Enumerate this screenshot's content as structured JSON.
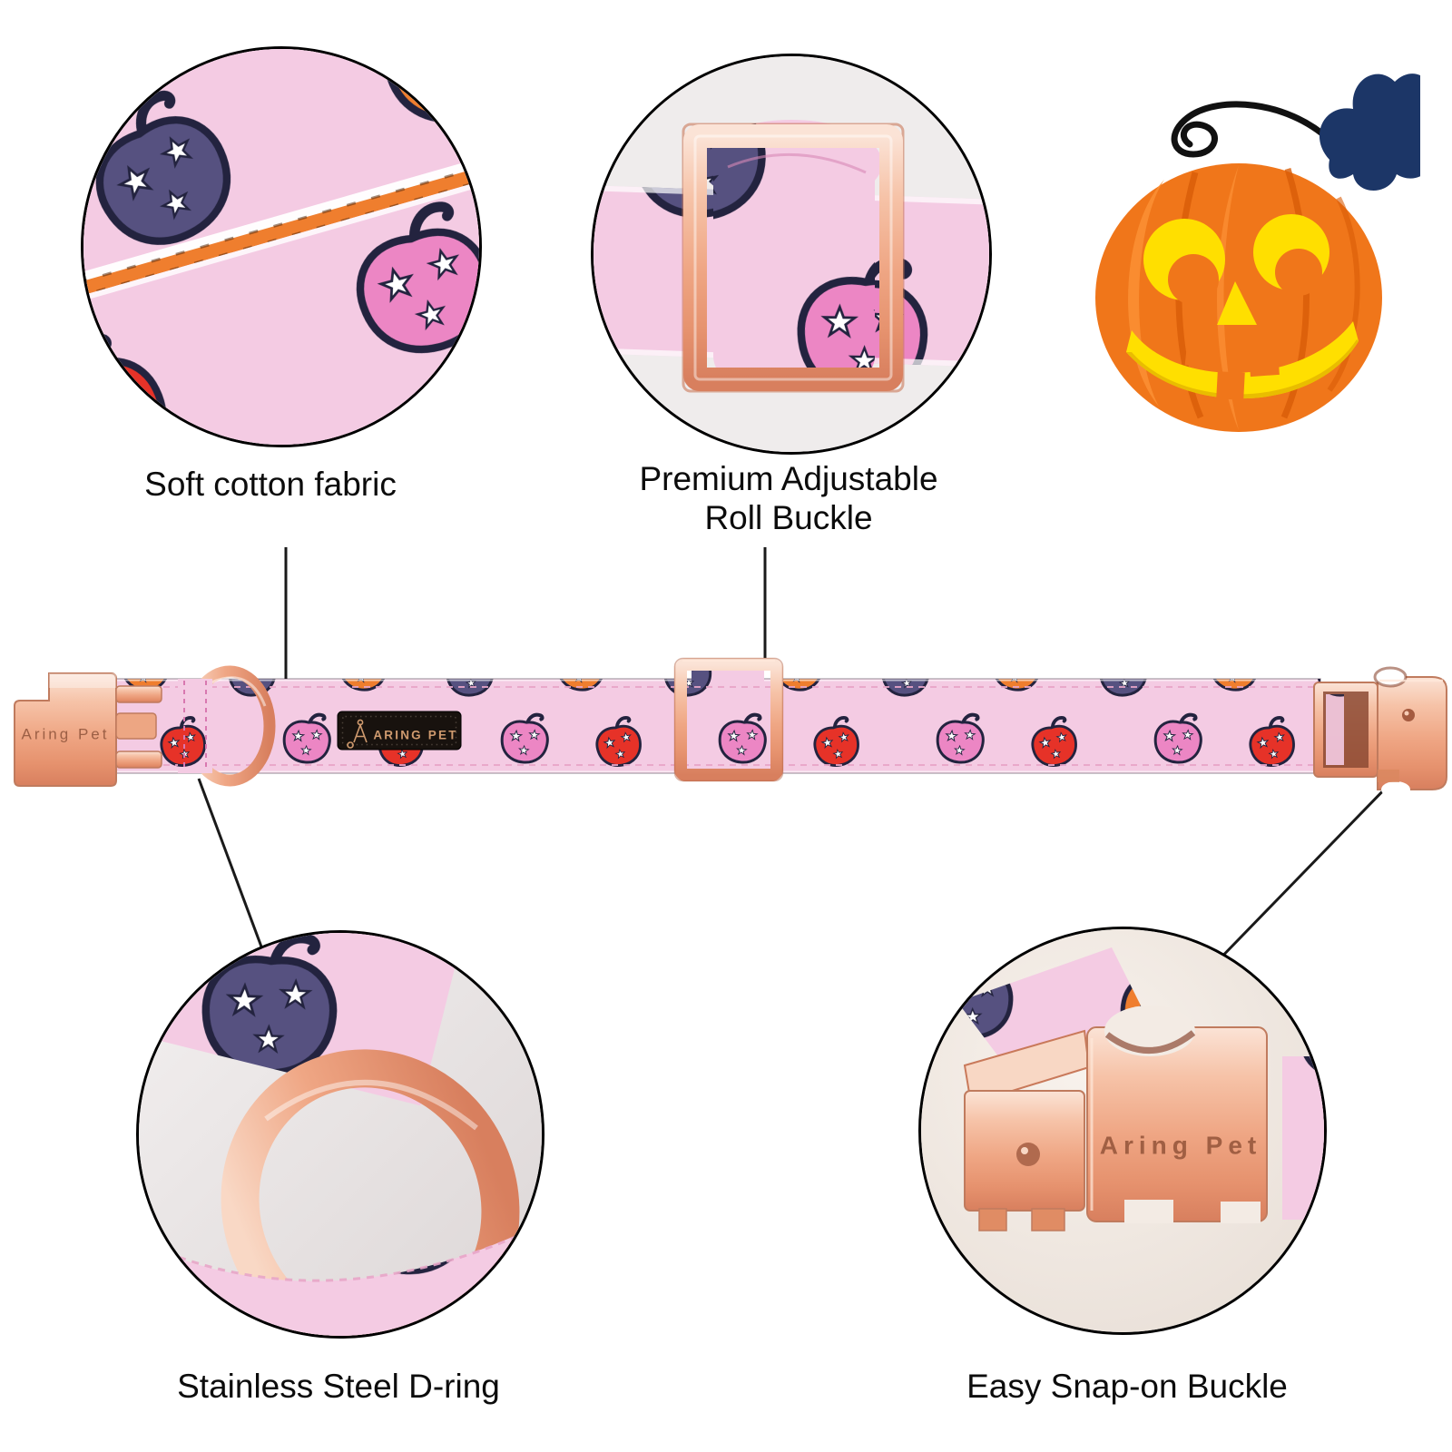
{
  "callouts": {
    "soft_cotton": {
      "label": "Soft cotton fabric"
    },
    "roll_buckle": {
      "line1": "Premium Adjustable",
      "line2": "Roll Buckle"
    },
    "d_ring": {
      "label": "Stainless Steel D-ring"
    },
    "snap_buckle": {
      "label": "Easy Snap-on Buckle"
    }
  },
  "collar": {
    "left_buckle_engraving": "Aring Pet",
    "label_tag_text": "ARING PET",
    "snap_buckle_engraving": "Aring Pet"
  },
  "colors": {
    "caption_black": "#0c0c0c",
    "line_black": "#1a1a1a",
    "fabric_pink": "#f4cbe3",
    "outline_navy": "#23233f",
    "pumpkin_navy": "#565180",
    "pumpkin_orange": "#ef7e2e",
    "pumpkin_pink": "#ec86c4",
    "pumpkin_magenta": "#e23a86",
    "pumpkin_red": "#e63228",
    "pumpkin_gray": "#8d8d98",
    "star_white": "#ffffff",
    "rose_gold": "#efa684",
    "rose_gold_dark": "#c07b5e",
    "tag_black": "#18120e",
    "tag_gold": "#cf9a6e",
    "engraving_bronze": "#9c5f45",
    "leaf_navy": "#1c3667",
    "jack_orange": "#f0761a",
    "jack_orange_light": "#fb8f33",
    "jack_orange_dark": "#d85c07",
    "jack_yellow": "#ffdf00"
  }
}
